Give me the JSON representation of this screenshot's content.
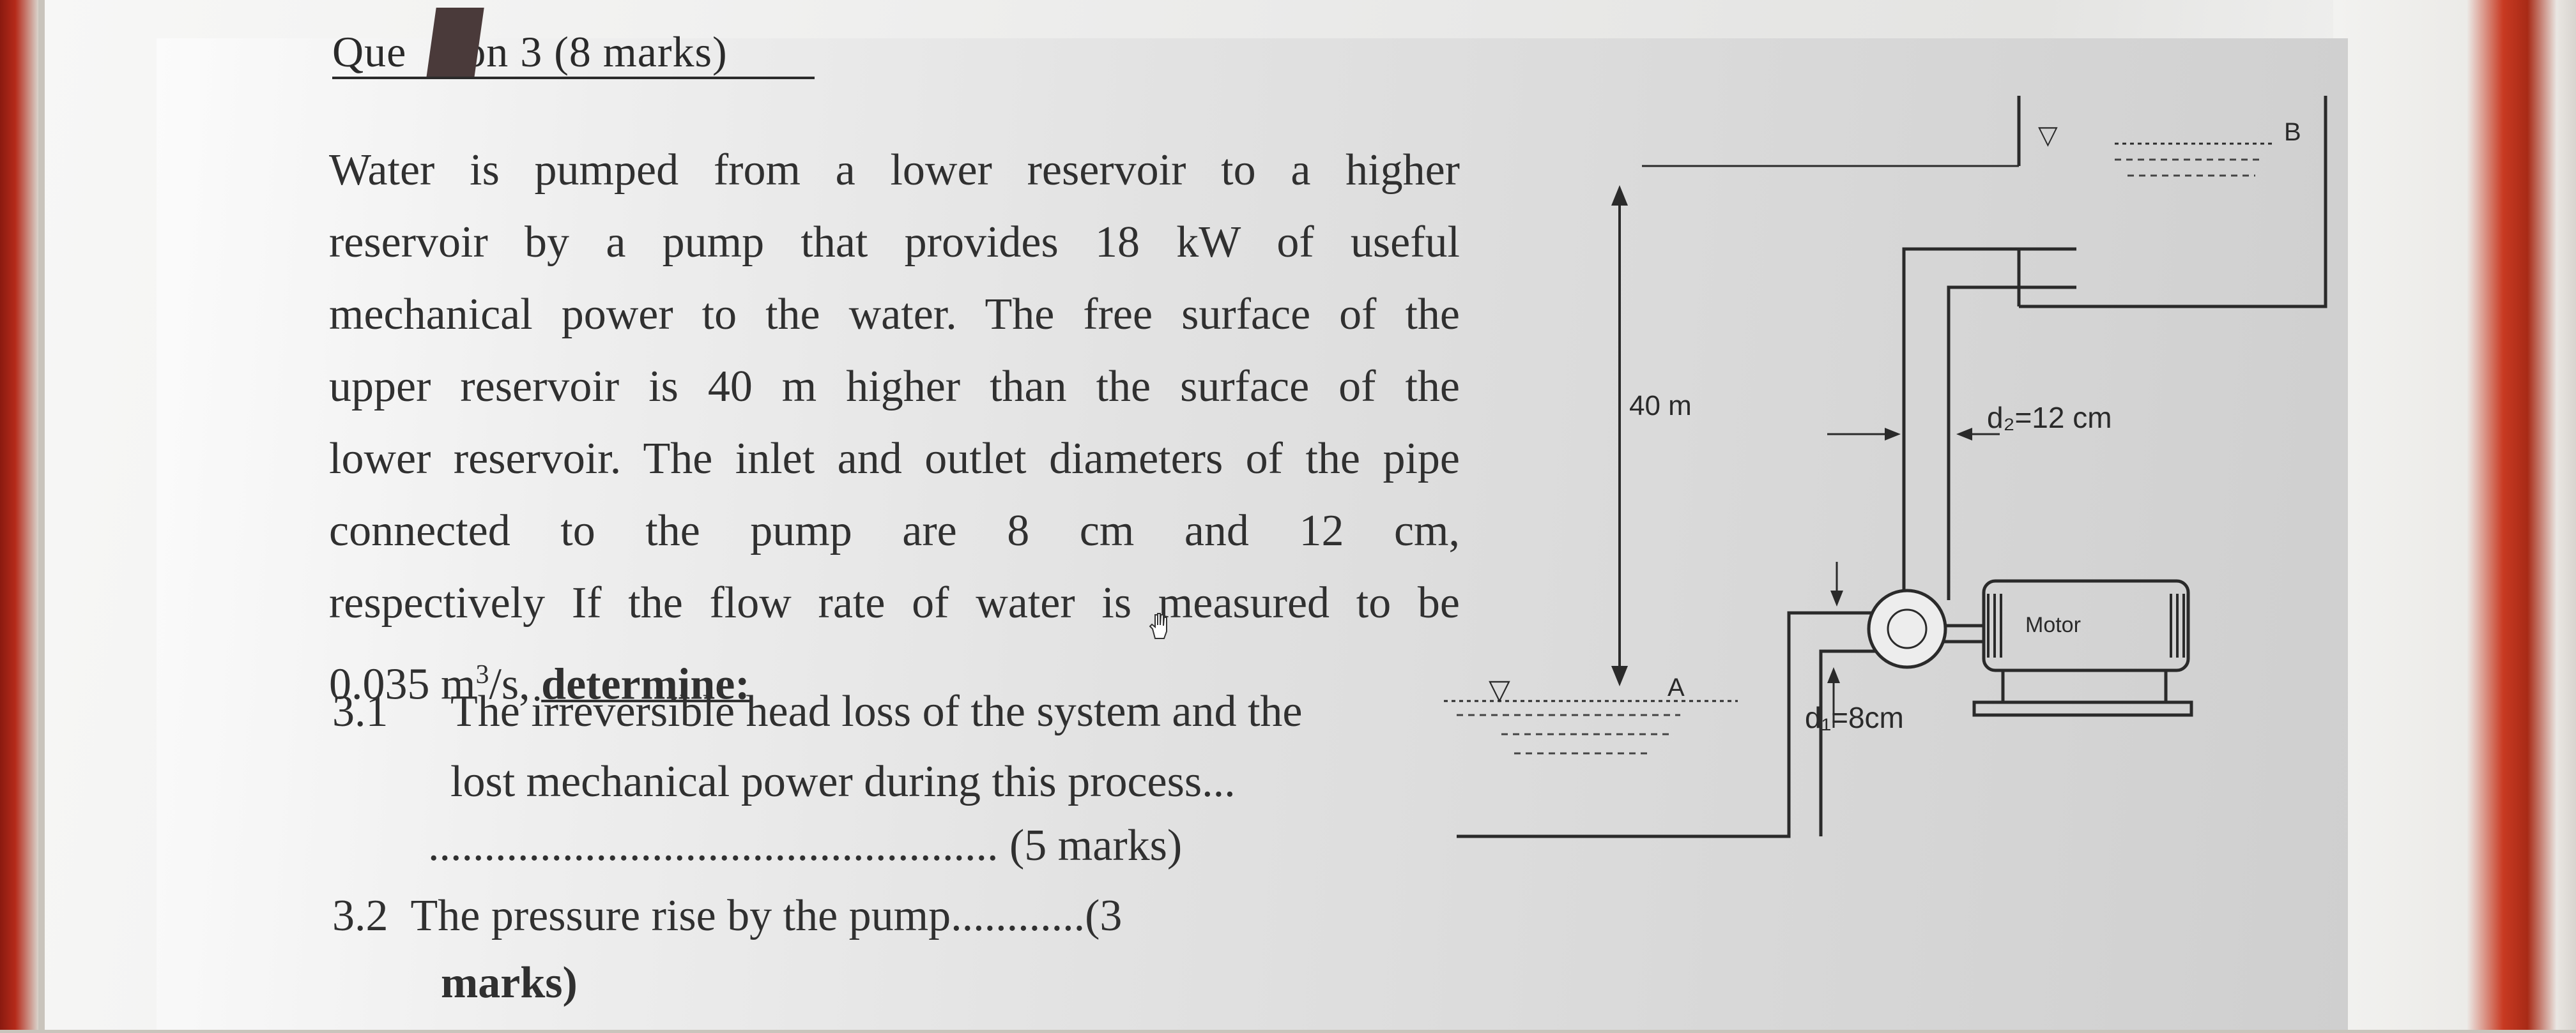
{
  "title": {
    "part1": "Que",
    "part2": "ion 3 (8 marks)"
  },
  "body_lines": [
    "Water is pumped from a lower reservoir to a higher",
    "reservoir by a pump that provides 18 kW of useful",
    "mechanical power to the water. The free surface of the",
    "upper reservoir is 40 m higher than the surface of the",
    "lower reservoir. The inlet and outlet diameters of the pipe",
    "connected to the pump are 8 cm and 12 cm,",
    "respectively If the flow rate of water is measured to be"
  ],
  "flow_line": {
    "value": "0.035 m",
    "sup": "3",
    "rest": "/s, ",
    "determine": "determine:"
  },
  "q31": {
    "number": "3.1",
    "line1": "The irreversible head loss of the system and the",
    "line2": "lost mechanical power during this process...",
    "dots": "...................................................",
    "marks": "(5 marks)"
  },
  "q32": {
    "number": "3.2",
    "text": "The pressure rise by the pump............(3",
    "marks": "marks)"
  },
  "diagram": {
    "height_label": "40 m",
    "d2_label": "d₂=12 cm",
    "d1_label": "d₁=8cm",
    "motor_label": "Motor",
    "point_a": "A",
    "point_b": "B",
    "surface_symbol": "▽"
  }
}
